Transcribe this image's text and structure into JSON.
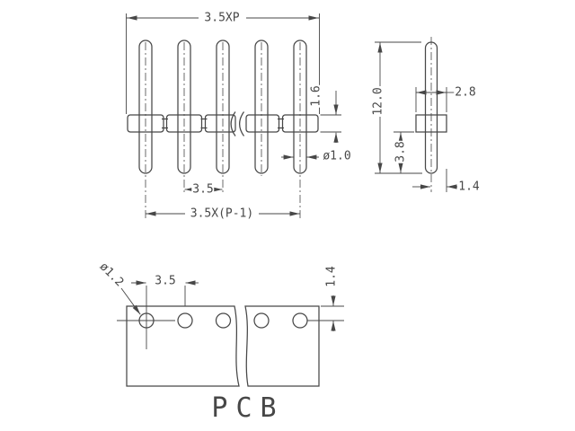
{
  "drawing": {
    "background": "#ffffff",
    "line_color": "#474747",
    "front_view": {
      "dim_total_width": "3.5XP",
      "dim_body_thickness": "1.6",
      "dim_pin_diameter": "ø1.0",
      "dim_pin_pitch": "3.5",
      "dim_span": "3.5X(P-1)",
      "pin_count": 5
    },
    "side_view": {
      "dim_total_length": "12.0",
      "dim_body_width": "2.8",
      "dim_tail_length": "3.8",
      "dim_body_half_width": "1.4"
    },
    "pcb_view": {
      "dim_hole_diameter": "ø1.2",
      "dim_hole_pitch": "3.5",
      "dim_edge_offset": "1.4",
      "hole_count": 5,
      "label": "PCB"
    }
  }
}
